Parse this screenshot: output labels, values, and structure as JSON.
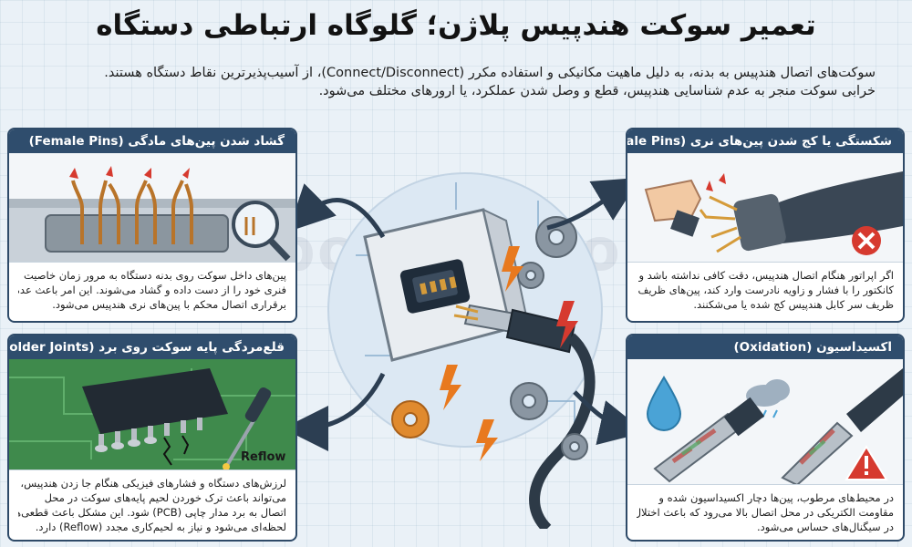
{
  "title": "تعمیر سوکت هندپیس پلاژن؛ گلوگاه ارتباطی دستگاه",
  "intro": {
    "line1": "سوکت‌های اتصال هندپیس به بدنه، به دلیل ماهیت مکانیکی و استفاده مکرر (Connect/Disconnect)، از آسیب‌پذیرترین نقاط دستگاه هستند.",
    "line2": "خرابی سوکت منجر به عدم شناسایی هندپیس، قطع و وصل شدن عملکرد، یا ارورهای مختلف می‌شود."
  },
  "panels": {
    "female": {
      "header": "گشاد شدن پین‌های مادگی (Female Pins)",
      "line1": "پین‌های داخل سوکت روی بدنه دستگاه به مرور زمان خاصیت",
      "line2": "فنری خود را از دست داده و گشاد می‌شوند. این امر باعث عدم",
      "line3": "برقراری اتصال محکم با پین‌های نری هندپیس می‌شود."
    },
    "male": {
      "header": "شکستگی یا کج شدن پین‌های نری (Male Pins)",
      "line1": "اگر اپراتور هنگام اتصال هندپیس، دقت کافی نداشته باشد و",
      "line2": "کانکتور را با فشار و زاویه نادرست وارد کند، پین‌های ظریف",
      "line3": "ظریف سر کابل هندپیس کج شده یا می‌شکنند."
    },
    "solder": {
      "header": "قلع‌مردگی پایه سوکت روی برد (Cold Solder Joints)",
      "art_label": "Reflow",
      "line1": "لرزش‌های دستگاه و فشارهای فیزیکی هنگام جا زدن هندپیس،",
      "line2": "می‌تواند باعث ترک خوردن لحیم پایه‌های سوکت در محل",
      "line3": "اتصال به برد مدار چاپی (PCB) شود. این مشکل باعث قطعی‌های",
      "line4": "لحظه‌ای می‌شود و نیاز به لحیم‌کاری مجدد (Reflow) دارد."
    },
    "oxidation": {
      "header": "اکسیداسیون (Oxidation)",
      "line1": "در محیط‌های مرطوب، پین‌ها دچار اکسیداسیون شده و",
      "line2": "مقاومت الکتریکی در محل اتصال بالا می‌رود که باعث اختلال",
      "line3": "در سیگنال‌های حساس می‌شود."
    }
  },
  "watermark": "pozelix.com",
  "colors": {
    "header_bg": "#2f4d6d",
    "panel_border": "#2e4a68",
    "page_bg": "#eaf1f7",
    "lightning": "#e8791e",
    "danger": "#d63a2f",
    "pcb": "#3f8a4c"
  },
  "icons": [
    "magnifier-icon",
    "danger-x-icon",
    "warning-triangle-icon",
    "water-drop-icon",
    "rain-cloud-icon",
    "gear-icon",
    "lightning-icon",
    "soldering-iron-icon"
  ]
}
